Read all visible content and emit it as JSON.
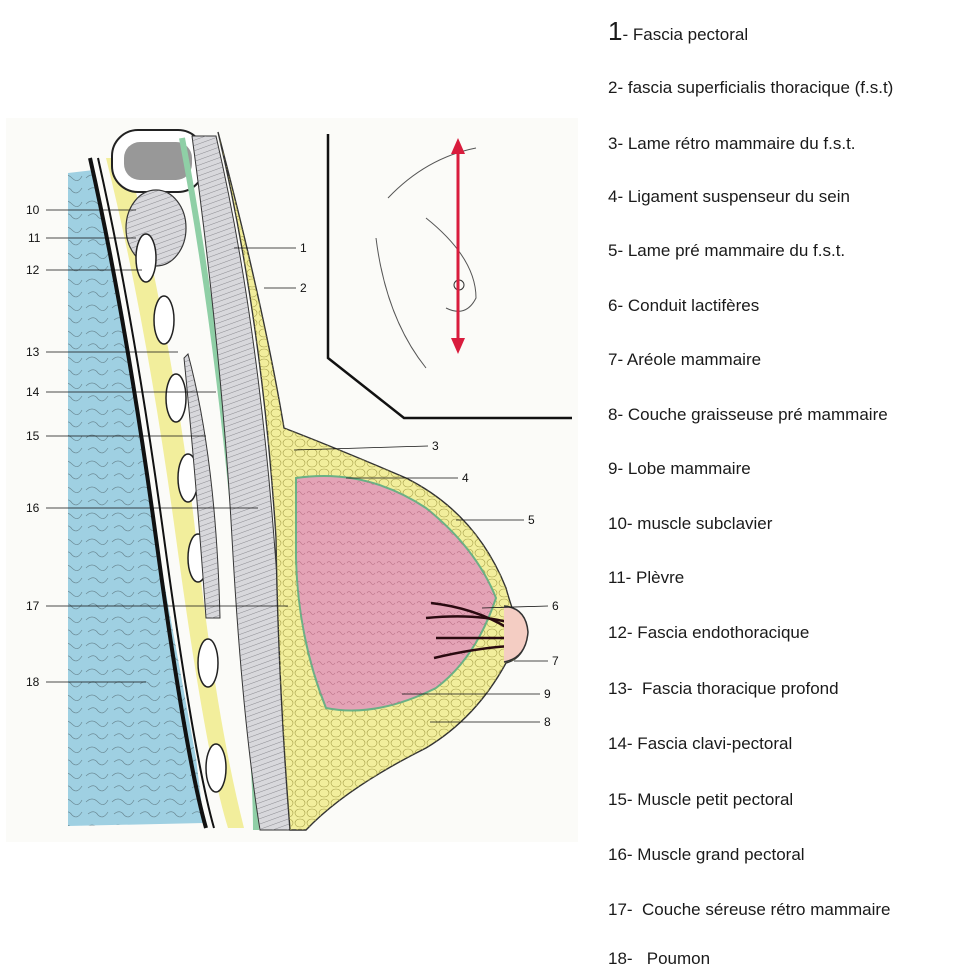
{
  "legend": [
    {
      "number": "1",
      "text": "- Fascia pectoral"
    },
    {
      "number": "2",
      "text": "- fascia superficialis thoracique (f.s.t)"
    },
    {
      "number": "3",
      "text": "- Lame rétro mammaire du f.s.t."
    },
    {
      "number": "4",
      "text": "- Ligament suspenseur du sein"
    },
    {
      "number": "5",
      "text": "- Lame pré mammaire du f.s.t."
    },
    {
      "number": "6",
      "text": "- Conduit lactifères"
    },
    {
      "number": "7",
      "text": "- Aréole mammaire"
    },
    {
      "number": "8",
      "text": "- Couche graisseuse pré mammaire"
    },
    {
      "number": "9",
      "text": "- Lobe mammaire"
    },
    {
      "number": "10",
      "text": "- muscle subclavier"
    },
    {
      "number": "11",
      "text": "- Plèvre"
    },
    {
      "number": "12",
      "text": "- Fascia endothoracique"
    },
    {
      "number": "13",
      "text": "-  Fascia thoracique profond"
    },
    {
      "number": "14",
      "text": "- Fascia clavi-pectoral"
    },
    {
      "number": "15",
      "text": "- Muscle petit pectoral"
    },
    {
      "number": "16",
      "text": "- Muscle grand pectoral"
    },
    {
      "number": "17",
      "text": "-  Couche séreuse rétro mammaire"
    },
    {
      "number": "18",
      "text": "-   Poumon"
    }
  ],
  "callouts": [
    "1",
    "2",
    "3",
    "4",
    "5",
    "6",
    "7",
    "8",
    "9",
    "10",
    "11",
    "12",
    "13",
    "14",
    "15",
    "16",
    "17",
    "18"
  ],
  "colors": {
    "lung": "#9fd0e2",
    "fat": "#f2ee9c",
    "gland": "#e4a3b6",
    "fascia": "#8fcfa6",
    "muscle": "#d8d8dc",
    "arrow": "#d91c3d"
  }
}
